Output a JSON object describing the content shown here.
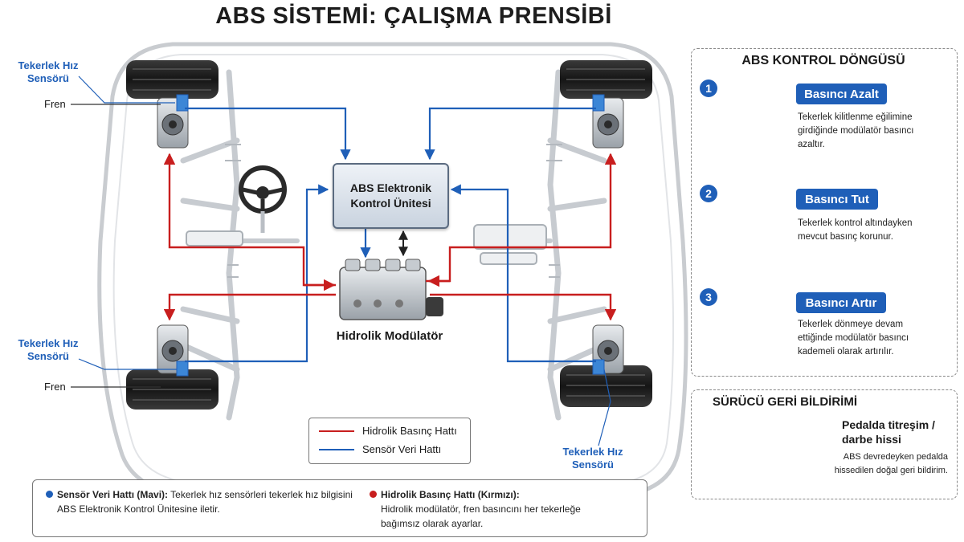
{
  "title": "ABS SİSTEMİ: ÇALIŞMA PRENSİBİ",
  "colors": {
    "hydraulic": "#c81e1e",
    "sensor": "#1f5fb8",
    "accent": "#1f5fb8"
  },
  "labels": {
    "sensor_fl": "Tekerlek Hız Sensörü",
    "brake_fl": "Fren",
    "sensor_rl": "Tekerlek Hız Sensörü",
    "brake_rl": "Fren",
    "sensor_rr": "Tekerlek Hız Sensörü"
  },
  "ecu": {
    "line1": "ABS Elektronik",
    "line2": "Kontrol Ünitesi"
  },
  "modulator": {
    "label": "Hidrolik Modülatör"
  },
  "legend": {
    "hydraulic": "Hidrolik Basınç Hattı",
    "sensor": "Sensör Veri Hattı"
  },
  "control_loop": {
    "title": "ABS KONTROL DÖNGÜSÜ",
    "steps": [
      {
        "num": "1",
        "label": "Basıncı Azalt",
        "desc": [
          "Tekerlek kilitlenme eğilimine",
          "girdiğinde modülatör basıncı",
          "azaltır."
        ]
      },
      {
        "num": "2",
        "label": "Basıncı Tut",
        "desc": [
          "Tekerlek kontrol altındayken",
          "mevcut basınç korunur."
        ]
      },
      {
        "num": "3",
        "label": "Basıncı Artır",
        "desc": [
          "Tekerlek dönmeye devam",
          "ettiğinde modülatör basıncı",
          "kademeli olarak artırılır."
        ]
      }
    ]
  },
  "driver_feedback": {
    "title": "SÜRÜCÜ GERİ BİLDİRİMİ",
    "head1": "Pedalda titreşim /",
    "head2": "darbe hissi",
    "desc1": "ABS devredeyken pedalda",
    "desc2": "hissedilen doğal geri bildirim."
  },
  "notes": {
    "sensor_title": "Sensör Veri Hattı (Mavi):",
    "sensor_text1": "Tekerlek hız sensörleri tekerlek hız bilgisini",
    "sensor_text2": "ABS Elektronik Kontrol Ünitesine iletir.",
    "hyd_title": "Hidrolik Basınç Hattı (Kırmızı):",
    "hyd_text1": "Hidrolik modülatör, fren basıncını her tekerleğe",
    "hyd_text2": "bağımsız olarak ayarlar."
  }
}
